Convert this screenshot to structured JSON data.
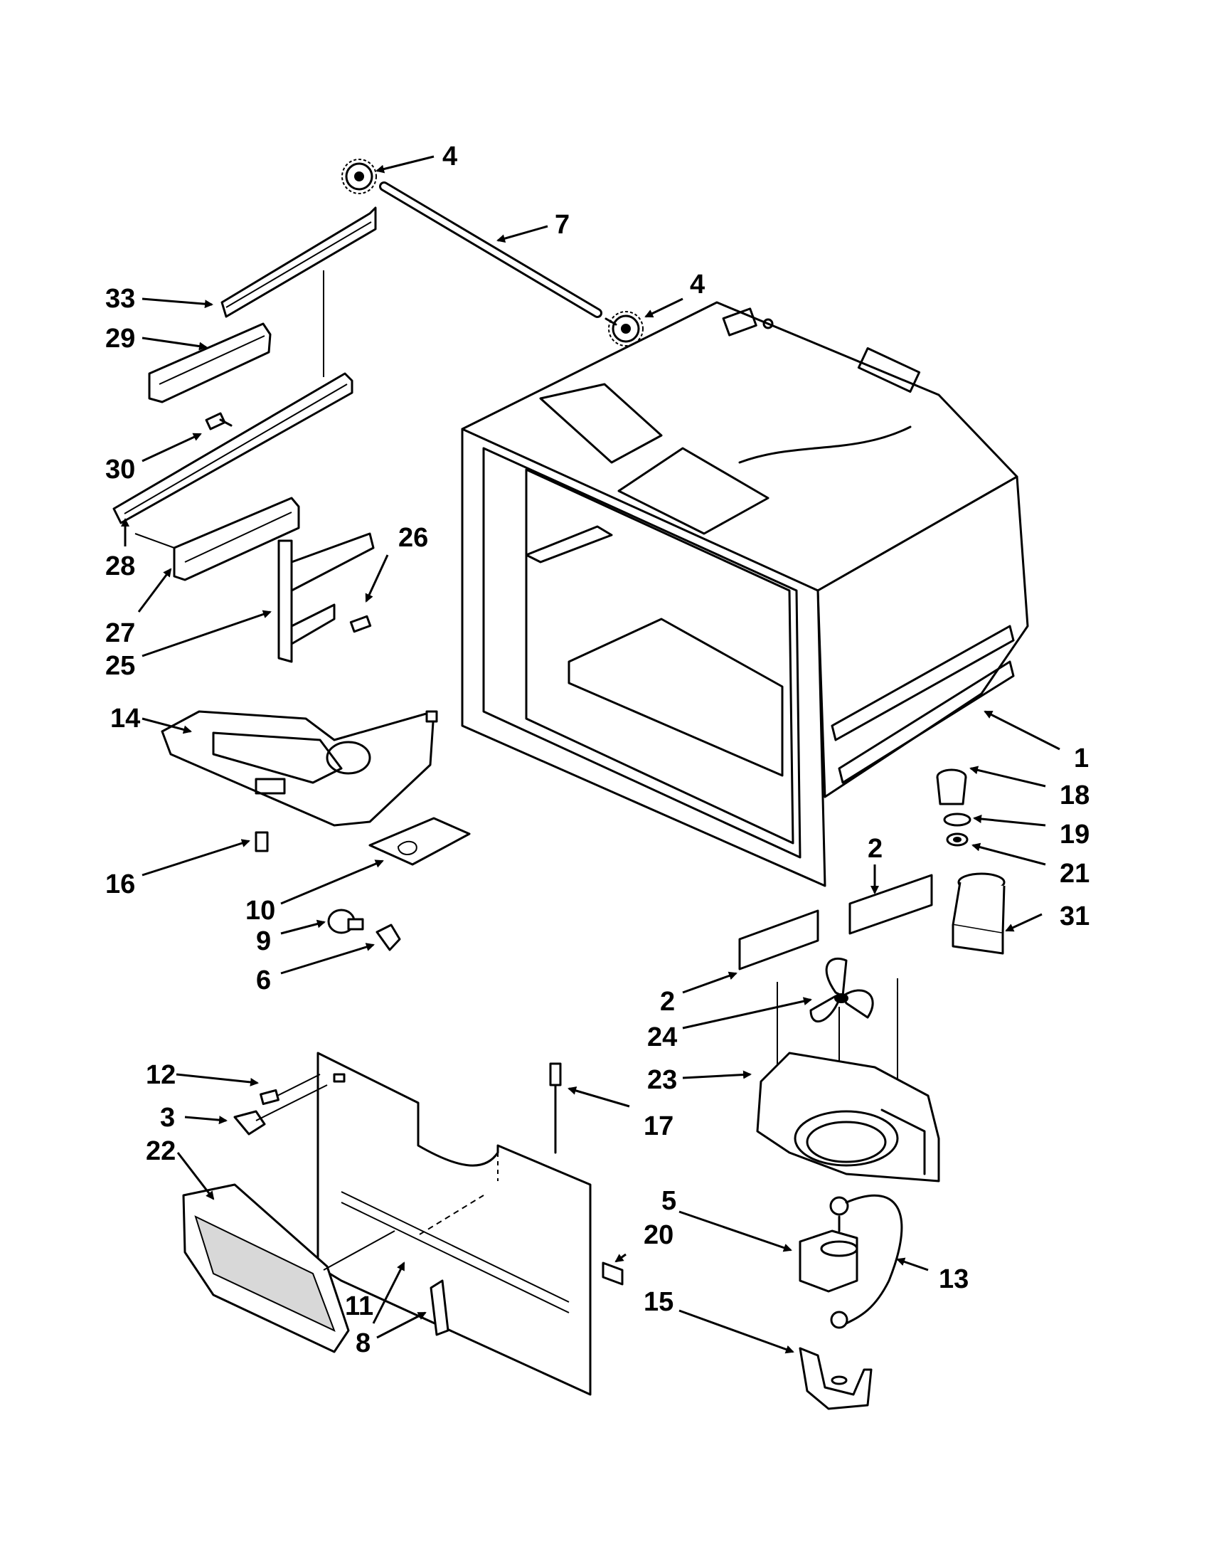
{
  "callouts": [
    "4",
    "7",
    "4",
    "33",
    "29",
    "30",
    "28",
    "27",
    "26",
    "25",
    "14",
    "16",
    "10",
    "9",
    "6",
    "1",
    "18",
    "19",
    "21",
    "2",
    "31",
    "2",
    "24",
    "23",
    "12",
    "3",
    "22",
    "17",
    "5",
    "20",
    "13",
    "11",
    "8",
    "15"
  ],
  "colors": {
    "ink": "#000000",
    "paper": "#ffffff"
  }
}
